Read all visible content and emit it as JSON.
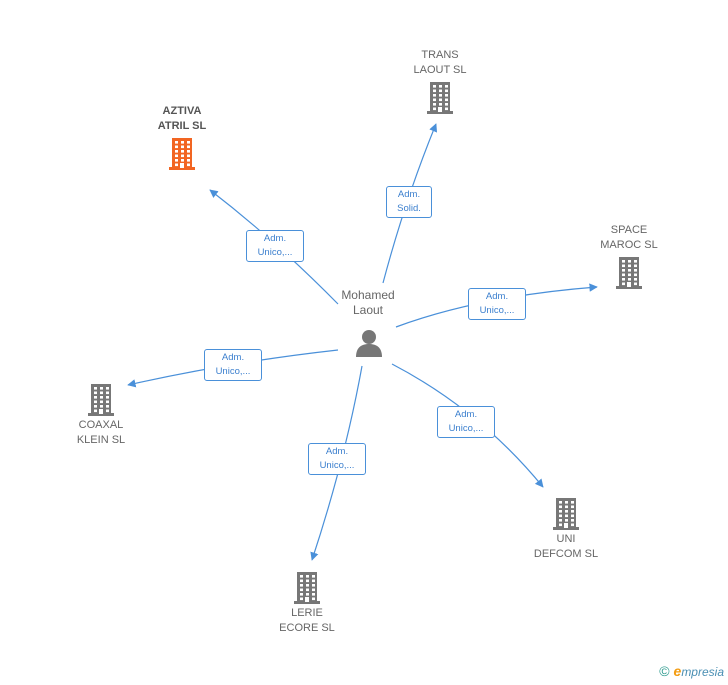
{
  "center": {
    "name": "Mohamed\nLaout"
  },
  "companies": [
    {
      "id": "trans",
      "name": "TRANS\nLAOUT SL",
      "highlight": false,
      "relation": "Adm.\nSolid."
    },
    {
      "id": "aztiva",
      "name": "AZTIVA\nATRIL SL",
      "highlight": true,
      "relation": "Adm.\nUnico,..."
    },
    {
      "id": "space",
      "name": "SPACE\nMAROC SL",
      "highlight": false,
      "relation": "Adm.\nUnico,..."
    },
    {
      "id": "coaxal",
      "name": "COAXAL\nKLEIN SL",
      "highlight": false,
      "relation": "Adm.\nUnico,..."
    },
    {
      "id": "uni",
      "name": "UNI\nDEFCOM SL",
      "highlight": false,
      "relation": "Adm.\nUnico,..."
    },
    {
      "id": "lerie",
      "name": "LERIE\nECORE SL",
      "highlight": false,
      "relation": "Adm.\nUnico,..."
    }
  ],
  "colors": {
    "edge": "#4a90d9",
    "building": "#777777",
    "building_highlight": "#f26522",
    "person": "#777777"
  },
  "footer": {
    "copyright": "©",
    "brand_first": "e",
    "brand_rest": "mpresia"
  }
}
